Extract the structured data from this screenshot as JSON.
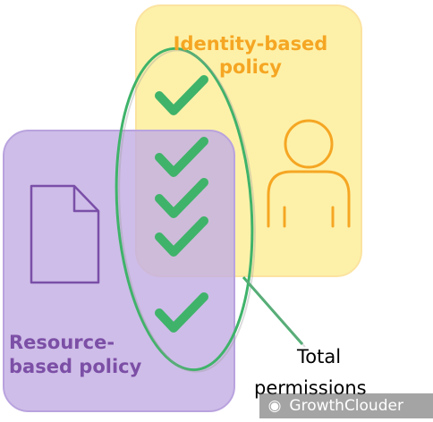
{
  "identity_policy": {
    "line1": "Identity-based",
    "line2": "policy"
  },
  "resource_policy": {
    "line1": "Resource-",
    "line2": "based policy"
  },
  "total_permissions": {
    "line1": "Total",
    "line2": "permissions"
  },
  "watermark": {
    "text": "GrowthClouder",
    "icon": "wechat-icon"
  },
  "colors": {
    "identity_fill": "#fdf0a0",
    "identity_border": "#f5a623",
    "resource_fill": "#c7b3e6",
    "resource_border": "#8e6cc4",
    "check": "#3fb36a",
    "ellipse": "#3fb36a"
  }
}
